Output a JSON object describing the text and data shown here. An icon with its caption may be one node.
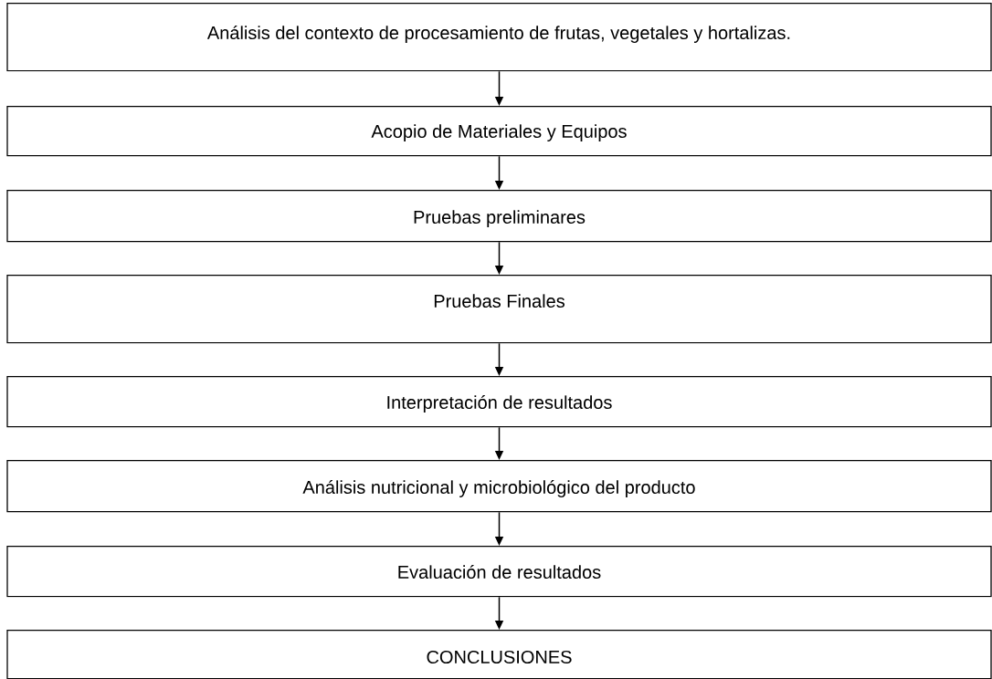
{
  "diagram": {
    "nodes": [
      {
        "text": [
          "Análisis del contexto de procesamiento de frutas, vegetales y hortalizas."
        ]
      },
      {
        "text": [
          "Acopio de Materiales y Equipos"
        ]
      },
      {
        "text": [
          "Pruebas preliminares"
        ]
      },
      {
        "text": [
          "Pruebas Finales"
        ]
      },
      {
        "text": [
          "Interpretación de resultados"
        ]
      },
      {
        "text": [
          "Análisis nutricional y microbiológico del producto"
        ]
      },
      {
        "text": [
          "Evaluación de resultados"
        ]
      },
      {
        "text": [
          "CONCLUSIONES"
        ]
      }
    ],
    "edges": [
      {
        "from": 0,
        "to": 1,
        "arrow": "to"
      },
      {
        "from": 1,
        "to": 2,
        "arrow": "to"
      },
      {
        "from": 2,
        "to": 3,
        "arrow": "to"
      },
      {
        "from": 3,
        "to": 4,
        "arrow": "to"
      },
      {
        "from": 4,
        "to": 5,
        "arrow": "to"
      },
      {
        "from": 5,
        "to": 6,
        "arrow": "to"
      },
      {
        "from": 6,
        "to": 7,
        "arrow": "to"
      }
    ]
  }
}
